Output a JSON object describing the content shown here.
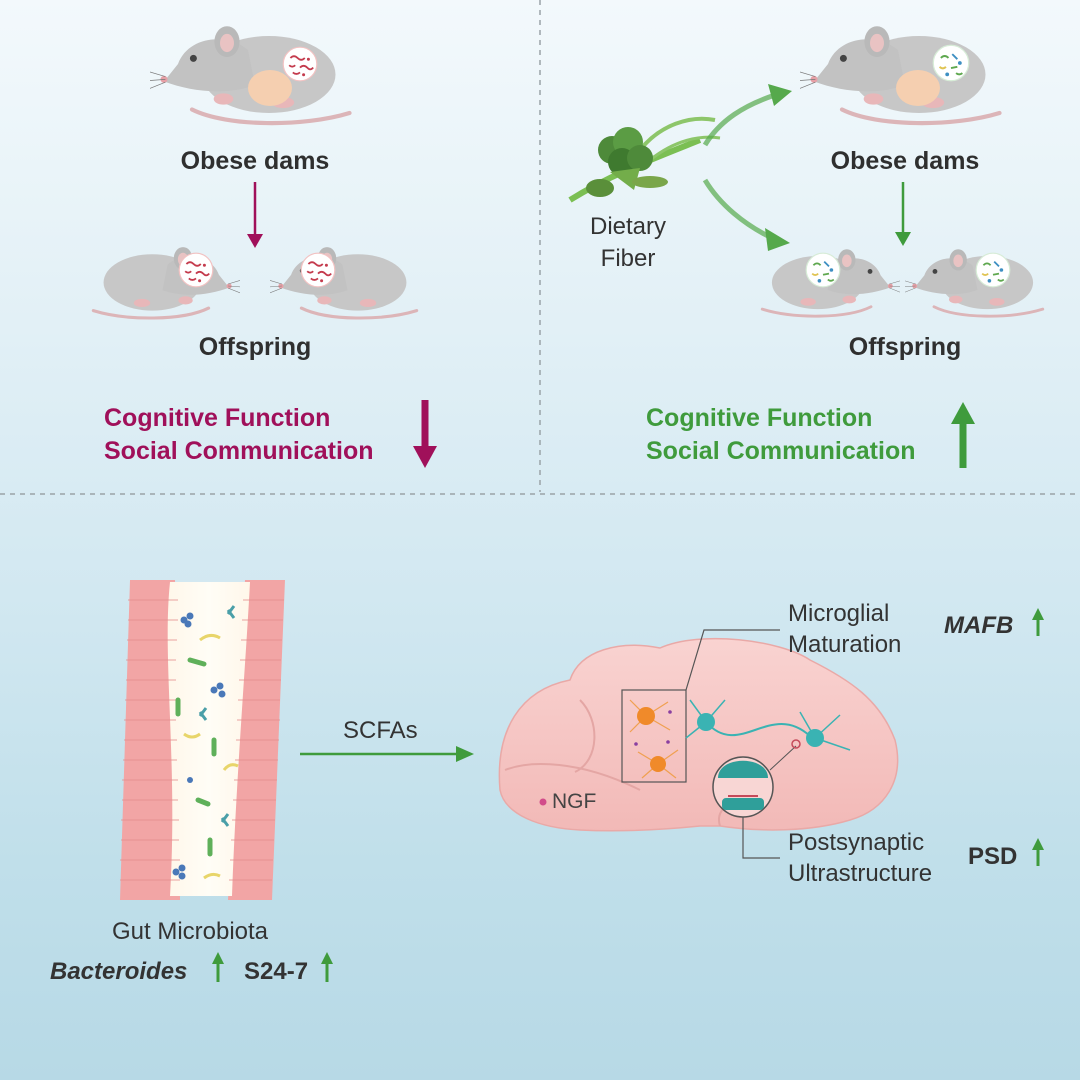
{
  "colors": {
    "negative": "#a0105a",
    "positive": "#3f9b3c",
    "divider": "#9aa3a8",
    "mouse_body": "#c7c7c7",
    "gut_wall": "#ee9c9c",
    "brain": "#f6c7c7",
    "microglia": "#f08a2a",
    "neuron": "#3ab3b3"
  },
  "panel_left": {
    "dams_label": "Obese dams",
    "offspring_label": "Offspring",
    "outcome_lines": [
      "Cognitive Function",
      "Social Communication"
    ],
    "trend": "down"
  },
  "panel_right": {
    "intervention_label_lines": [
      "Dietary",
      "Fiber"
    ],
    "dams_label": "Obese dams",
    "offspring_label": "Offspring",
    "outcome_lines": [
      "Cognitive Function",
      "Social Communication"
    ],
    "trend": "up"
  },
  "mechanism": {
    "gut_label": "Gut Microbiota",
    "taxa": [
      {
        "name": "Bacteroides",
        "italic": true,
        "trend": "up"
      },
      {
        "name": "S24-7",
        "italic": false,
        "trend": "up"
      }
    ],
    "signal_label": "SCFAs",
    "brain_marker": "NGF",
    "callouts": [
      {
        "lines": [
          "Microglial",
          "Maturation"
        ],
        "marker": "MAFB",
        "marker_italic": true,
        "trend": "up"
      },
      {
        "lines": [
          "Postsynaptic",
          "Ultrastructure"
        ],
        "marker": "PSD",
        "marker_italic": false,
        "trend": "up"
      }
    ]
  }
}
